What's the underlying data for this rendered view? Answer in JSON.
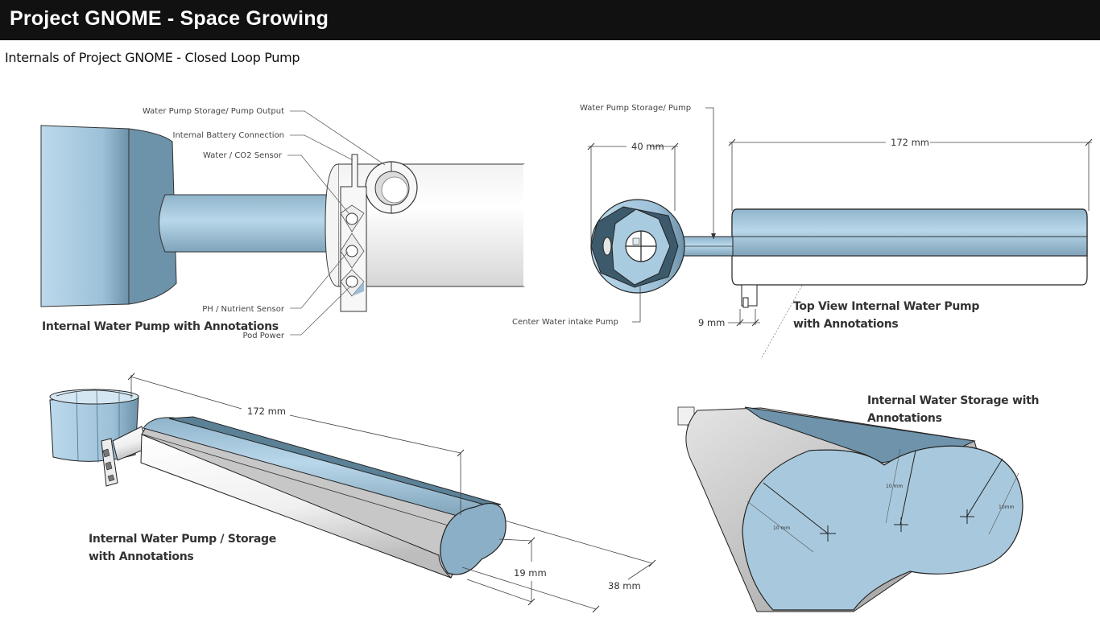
{
  "header": {
    "title": "Project GNOME - Space Growing"
  },
  "page": {
    "subtitle": "Internals of Project GNOME - Closed Loop Pump"
  },
  "colors": {
    "header_bg": "#111111",
    "part_blue": "#a6c9df",
    "part_shadow": "#5a7f96",
    "part_white": "#ffffff",
    "outline": "#222222"
  },
  "fig1": {
    "caption": "Internal Water Pump with Annotations",
    "labels": {
      "pump_output": "Water Pump Storage/ Pump Output",
      "battery": "Internal Battery Connection",
      "sensor": "Water / CO2 Sensor",
      "ph": "PH / Nutrient Sensor",
      "pod_power": "Pod Power"
    }
  },
  "fig2": {
    "caption": "Top View Internal Water Pump with Annotations",
    "labels": {
      "storage_pump": "Water Pump Storage/ Pump",
      "intake": "Center Water intake Pump",
      "dim_40": "40 mm",
      "dim_172": "172 mm",
      "dim_9": "9 mm"
    }
  },
  "fig3": {
    "caption": "Internal Water Pump / Storage with Annotations",
    "labels": {
      "dim_172": "172 mm",
      "dim_19": "19 mm",
      "dim_38": "38 mm"
    }
  },
  "fig4": {
    "caption": "Internal Water Storage with Annotations",
    "labels": {
      "r1": "10 mm",
      "r2": "10 mm",
      "r3": "10mm"
    }
  }
}
